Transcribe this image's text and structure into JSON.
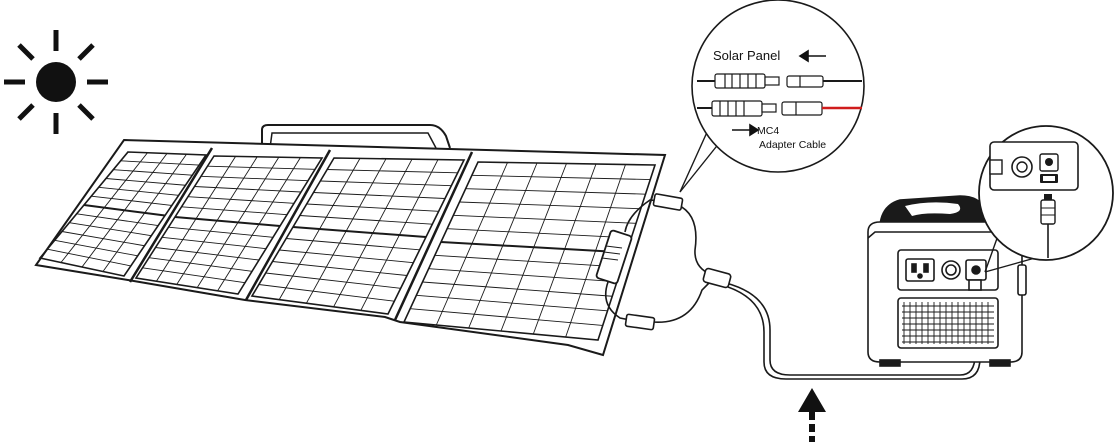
{
  "callout_connector": {
    "solar_panel_label": "Solar Panel",
    "mc4_label": "MC4",
    "adapter_label": "Adapter Cable"
  },
  "colors": {
    "line": "#1a1a1a",
    "red_wire": "#d01c1c",
    "panel_fill": "#ffffff"
  },
  "icons": [
    "sun-icon",
    "arrow-left-icon",
    "arrow-right-icon",
    "arrow-up-dashed-icon"
  ]
}
